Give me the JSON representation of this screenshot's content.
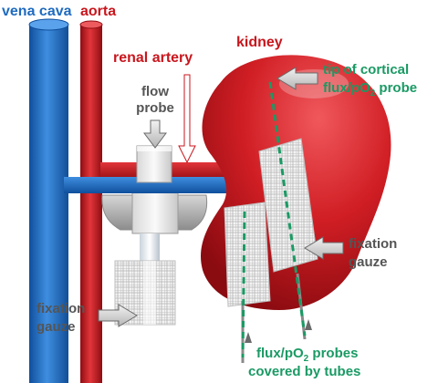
{
  "labels": {
    "vena_cava": "vena cava",
    "aorta": "aorta",
    "renal_artery": "renal artery",
    "kidney": "kidney",
    "flow_probe_line1": "flow",
    "flow_probe_line2": "probe",
    "tip_line1": "tip of cortical",
    "tip_line2_pre": "flux/pO",
    "tip_line2_sub": "2",
    "tip_line2_post": " probe",
    "fixation_gauze_right_line1": "fixation",
    "fixation_gauze_right_line2": "gauze",
    "fixation_gauze_left_line1": "fixation",
    "fixation_gauze_left_line2": "gauze",
    "probes_line1_pre": "flux/pO",
    "probes_line1_sub": "2",
    "probes_line1_post": " probes",
    "probes_line2": "covered by tubes"
  },
  "colors": {
    "vena_cava": "#1f6bbf",
    "aorta": "#c8161d",
    "kidney": "#c8161d",
    "label_blue": "#1f6bbf",
    "label_red": "#c8161d",
    "label_green": "#1a9a64",
    "label_gray": "#555555"
  }
}
